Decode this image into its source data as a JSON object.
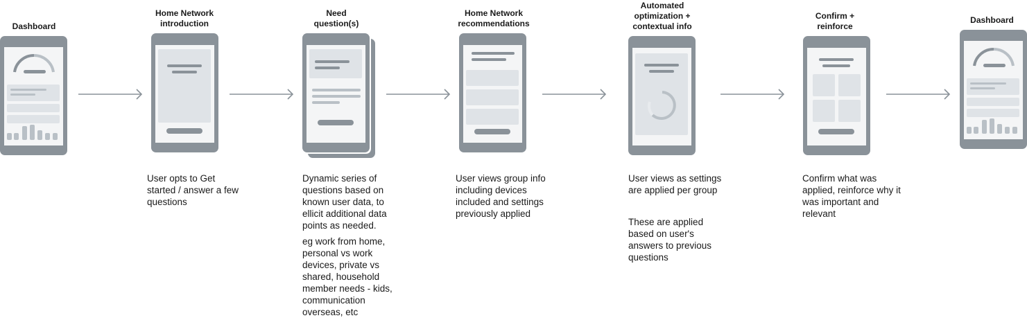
{
  "steps": [
    {
      "title": "Dashboard",
      "description": ""
    },
    {
      "title": "Home Network\nintroduction",
      "description": "User opts to Get\nstarted / answer a few\nquestions"
    },
    {
      "title": "Need\nquestion(s)",
      "description": "Dynamic series of\nquestions based on\nknown user data, to\nellicit additional data\npoints as needed.",
      "description2": "eg work from home,\npersonal vs work\ndevices, private vs\nshared, household\nmember needs - kids,\ncommunication\noverseas, etc"
    },
    {
      "title": "Home Network\nrecommendations",
      "description": "User views group info\nincluding devices\nincluded and settings\npreviously applied"
    },
    {
      "title": "Automated\noptimization +\ncontextual info",
      "description": "User views as settings\nare applied per group",
      "description2": "These are applied\nbased on user's\nanswers to previous\nquestions"
    },
    {
      "title": "Confirm +\nreinforce",
      "description": "Confirm what was\napplied, reinforce why it\nwas important and\nrelevant"
    },
    {
      "title": "Dashboard",
      "description": ""
    }
  ],
  "colors": {
    "phone": "#8a9299",
    "screen": "#f4f5f6",
    "panel": "#dfe3e7",
    "light": "#b9c0c6",
    "arrow": "#8a9299"
  }
}
